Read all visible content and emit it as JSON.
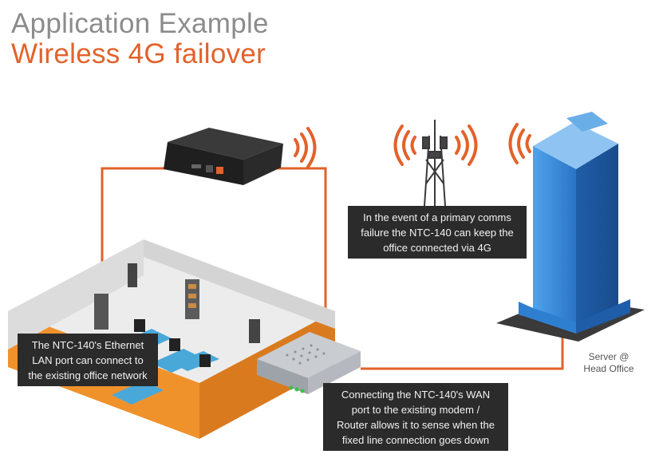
{
  "header": {
    "title_line1": "Application Example",
    "title_line2": "Wireless 4G failover"
  },
  "callouts": {
    "tower": [
      "In the event of a primary comms",
      "failure the NTC-140 can keep the",
      "office connected via 4G"
    ],
    "lan": [
      "The NTC-140's Ethernet",
      "LAN port can connect to",
      "the existing office network"
    ],
    "wan": [
      "Connecting the NTC-140's WAN",
      "port to the existing modem /",
      "Router allows it to sense when the",
      "fixed line connection goes down"
    ]
  },
  "server_label": [
    "Server @",
    "Head Office"
  ],
  "colors": {
    "accent": "#e2622b",
    "title_gray": "#8c8c8c",
    "callout_bg": "#2b2b2b",
    "building_blue": "#2f7fd1"
  }
}
